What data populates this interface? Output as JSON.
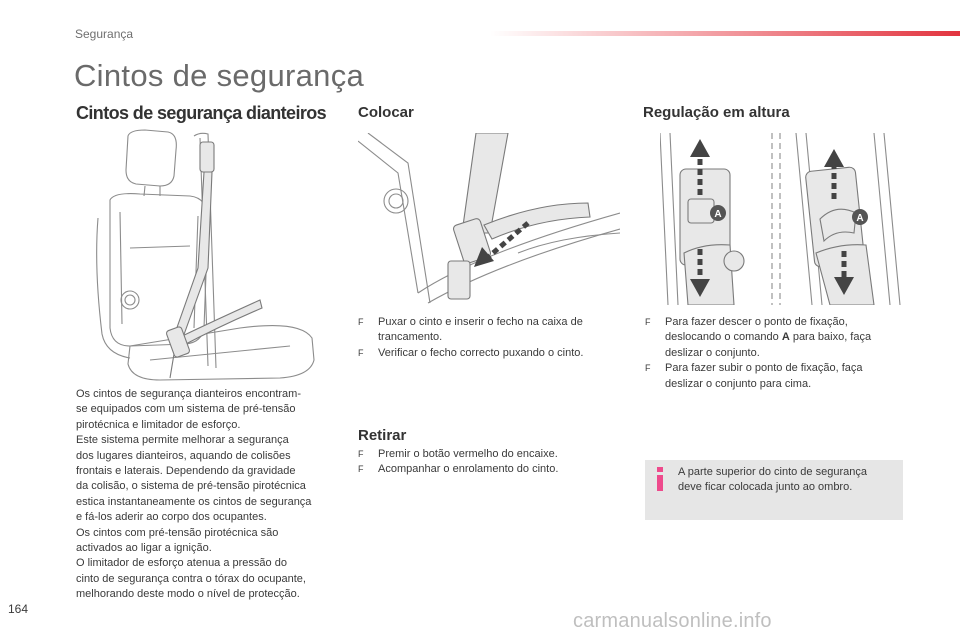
{
  "header": {
    "section": "Segurança",
    "title": "Cintos de segurança",
    "accent_color": "#e2343f"
  },
  "left": {
    "heading": "Cintos de segurança dianteiros",
    "paragraph_lines": [
      "Os cintos de segurança dianteiros encontram-",
      "se equipados com um sistema de pré-tensão",
      "pirotécnica e limitador de esforço.",
      "Este sistema permite melhorar a segurança",
      "dos lugares dianteiros, aquando de colisões",
      "frontais e laterais. Dependendo da gravidade",
      "da colisão, o sistema de pré-tensão pirotécnica",
      "estica instantaneamente os cintos de segurança",
      "e fá-los aderir ao corpo dos ocupantes.",
      "Os cintos com pré-tensão pirotécnica são",
      "activados ao ligar a ignição.",
      "O limitador de esforço atenua a pressão do",
      "cinto de segurança contra o tórax do ocupante,",
      "melhorando deste modo o nível de protecção."
    ]
  },
  "colocar": {
    "heading": "Colocar",
    "bullet_marker": "F",
    "bullets": [
      [
        "Puxar o cinto e inserir o fecho na caixa de",
        "trancamento."
      ],
      [
        "Verificar o fecho correcto puxando o cinto."
      ]
    ]
  },
  "retirar": {
    "heading": "Retirar",
    "bullet_marker": "F",
    "bullets": [
      [
        "Premir o botão vermelho do encaixe."
      ],
      [
        "Acompanhar o enrolamento do cinto."
      ]
    ]
  },
  "regulacao": {
    "heading": "Regulação em altura",
    "bullet_marker": "F",
    "label_a": "A",
    "bullets": [
      [
        "Para fazer descer o ponto de fixação,",
        "deslocando o comando |A| para baixo, faça",
        "deslizar o conjunto."
      ],
      [
        "Para fazer subir o ponto de fixação, faça",
        "deslizar o conjunto para cima."
      ]
    ]
  },
  "info": {
    "icon": "info-icon",
    "icon_color": "#ee4a8c",
    "lines": [
      "A parte superior do cinto de segurança",
      "deve ficar colocada junto ao ombro."
    ]
  },
  "footer": {
    "page_number": "164",
    "watermark": "carmanualsonline.info"
  }
}
